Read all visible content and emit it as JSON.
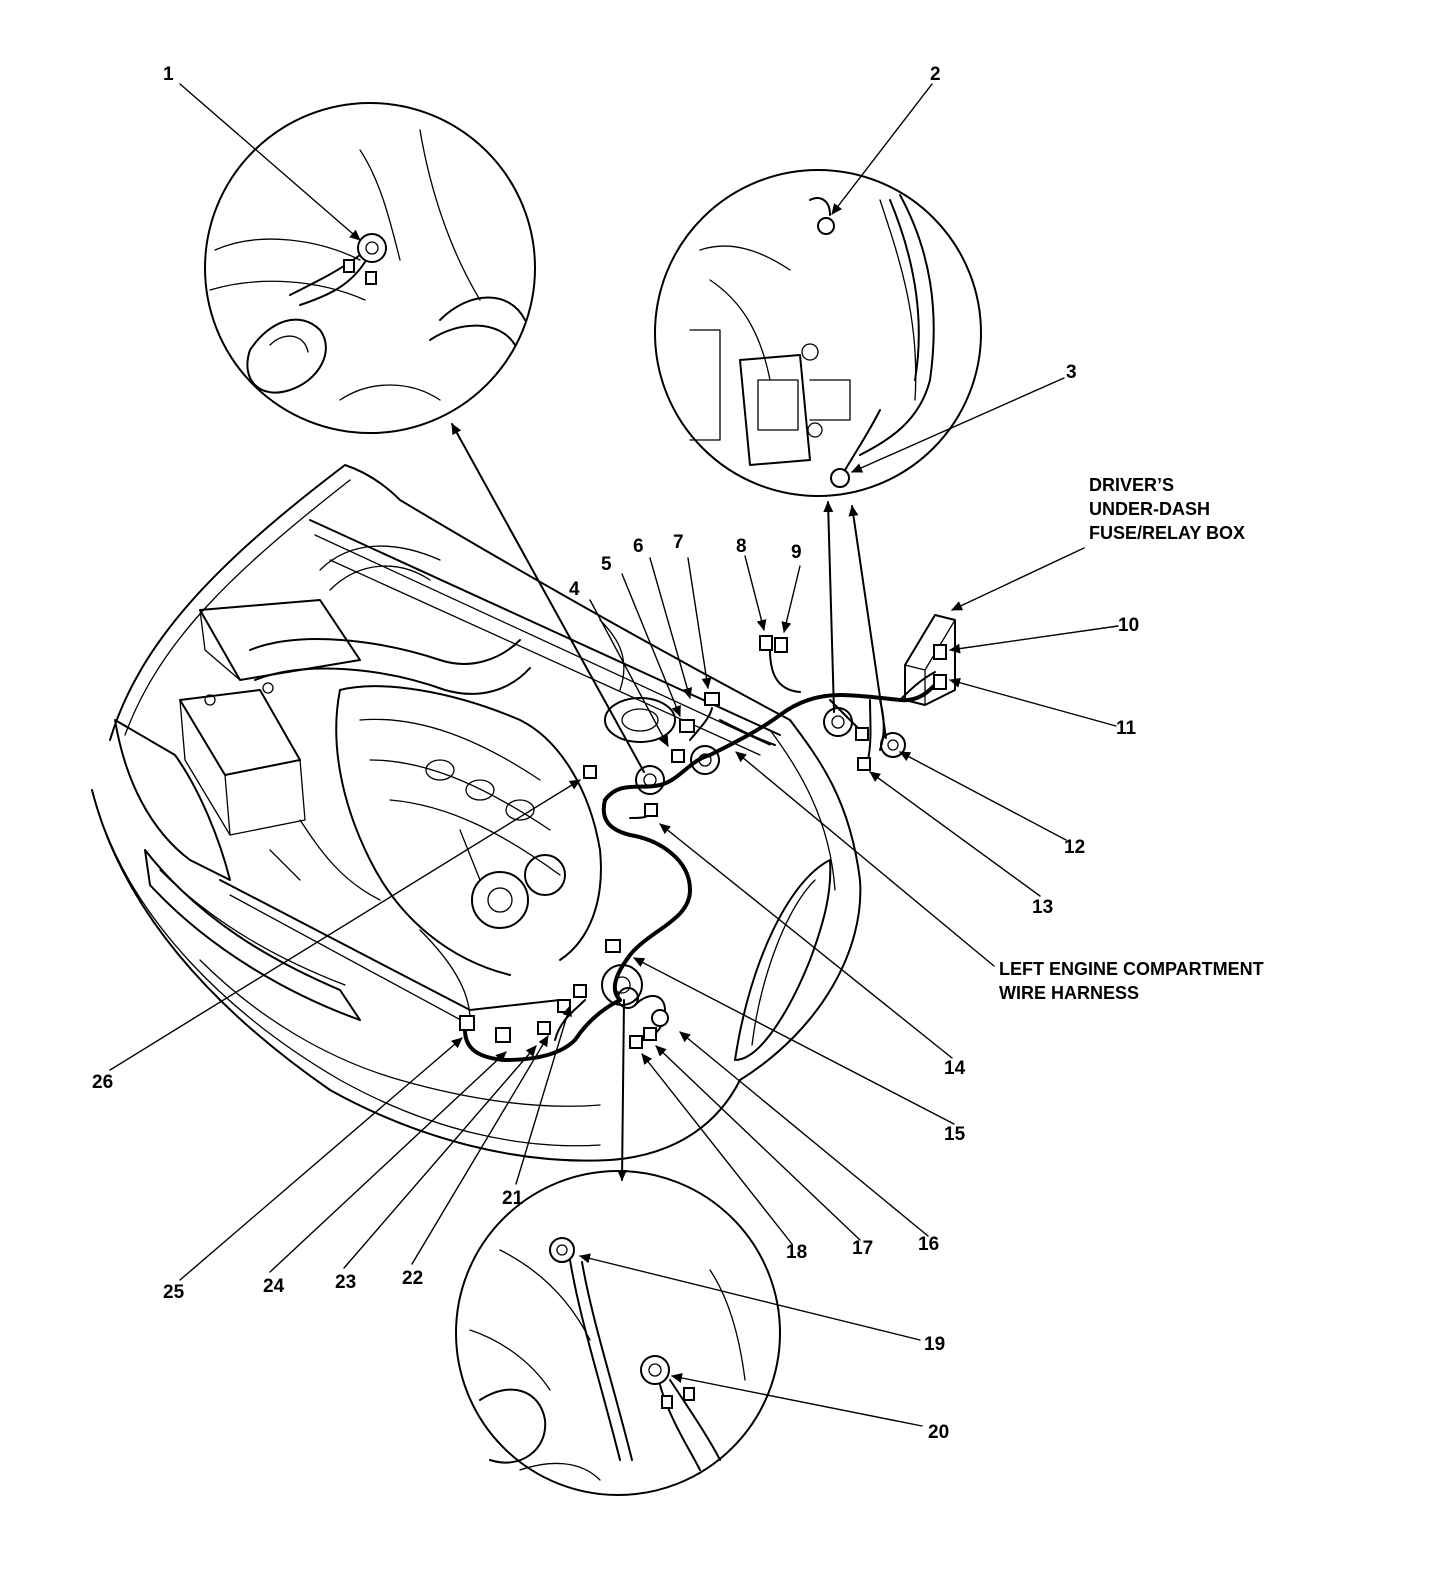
{
  "callouts": [
    "1",
    "2",
    "3",
    "4",
    "5",
    "6",
    "7",
    "8",
    "9",
    "10",
    "11",
    "12",
    "13",
    "14",
    "15",
    "16",
    "17",
    "18",
    "19",
    "20",
    "21",
    "22",
    "23",
    "24",
    "25",
    "26"
  ],
  "captions": {
    "fuse_box": [
      "DRIVER’S",
      "UNDER-DASH",
      "FUSE/RELAY BOX"
    ],
    "harness": [
      "LEFT ENGINE COMPARTMENT",
      "WIRE HARNESS"
    ]
  },
  "icons": [
    "ground-terminal-icon",
    "connector-icon",
    "arrowhead-icon"
  ]
}
